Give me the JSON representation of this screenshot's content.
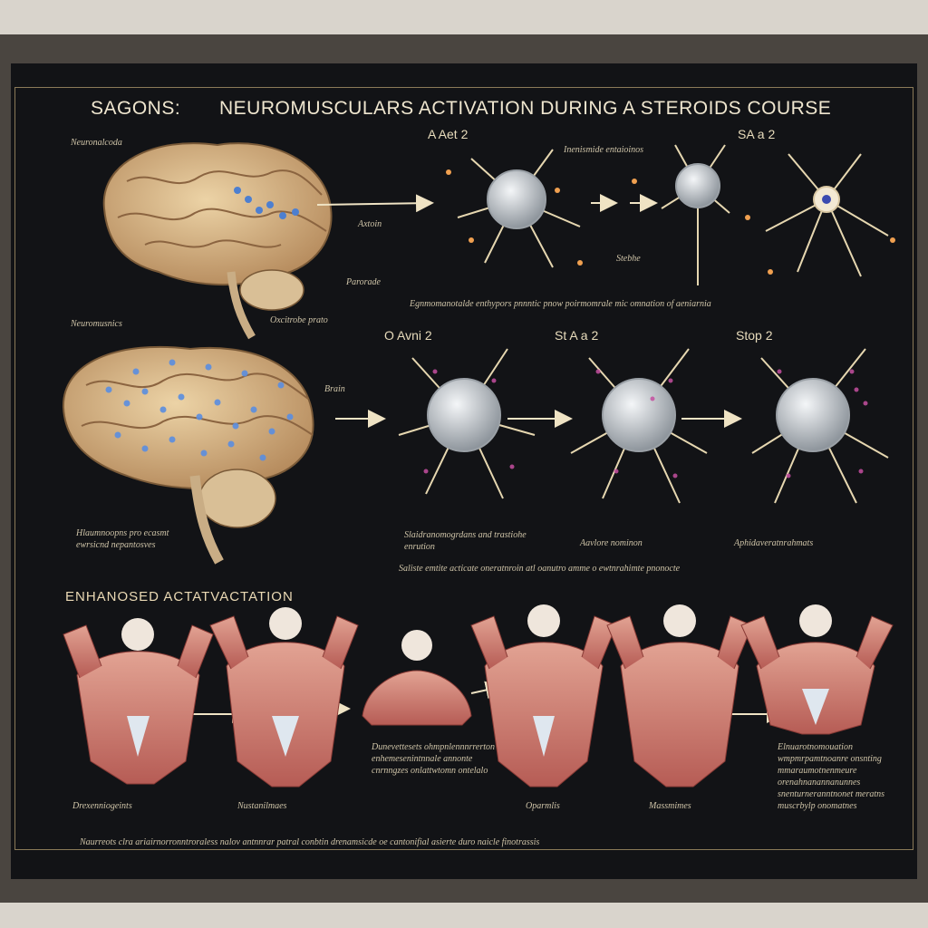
{
  "title": {
    "prefix": "SAGONS:",
    "main": "NEUROMUSCULARS ACTIVATION DURING A STEROIDS COURSE"
  },
  "brain_top": {
    "label_a": "Neuronalcoda",
    "label_b": "Axtoin",
    "label_c": "Parorade",
    "label_d": "Oxcitrobe prato",
    "label_e": "Neuromusnics"
  },
  "row1": {
    "stage1": "A Aet 2",
    "stage2": "SA a 2",
    "note_top": "Inenismide entaioinos",
    "note_mid": "Stebhe",
    "caption": "Egnmomanotalde enthypors pnnntic pnow poirmomrale mic omnation of aeniarnia"
  },
  "brain_bottom": {
    "label_a": "Brain",
    "caption": "Hlaumnoopns pro ecasmt ewrsicnd nepantosves"
  },
  "row2": {
    "stage1": "O Avni 2",
    "stage2": "St A a 2",
    "stage3": "Stop 2",
    "cap1": "Slaidranomogrdans and trastiohe enrution",
    "cap2": "Aavlore nominon",
    "cap3": "Aphidaveratnrahmats",
    "caption": "Saliste emtite acticate oneratnroin atl oanutro amme o ewtnrahimte pnonocte"
  },
  "section_label": "ENHANOSED ACTATVACTATION",
  "row3": {
    "cap1": "Drexenniogeints",
    "cap2": "Nustanilmaes",
    "mid_note": "Dunevettesets ohmpnlennnrrerton enhemesenintnnale annonte cnrnngzes onlattwtomn ontelalo",
    "cap3": "Oparmlis",
    "cap4": "Massmimes",
    "right_note": "Elnuarotnomouation wmpmrpamtnoanre onsnting mmaraumotnenmeure orenahnanannanunnes snenturneranntnonet meratns muscrbylp onomatnes",
    "footer": "Naurreots clra ariairnorronntroraless nalov antnnrar patral conbtin drenamsicde oe cantonifial asierte duro naicle finotrassis"
  },
  "colors": {
    "board": "#121316",
    "frame": "#4a4540",
    "text": "#e2d6b8",
    "muscle": "#c9746b",
    "skin": "#e6bea0",
    "neuron": "#cfd3d8"
  }
}
